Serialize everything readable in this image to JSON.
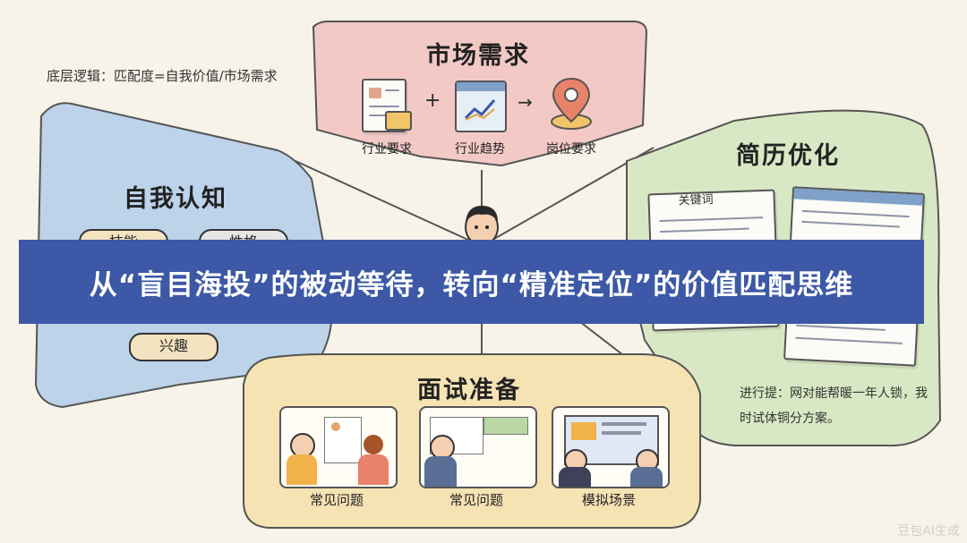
{
  "top_note": "底层逻辑：匹配度=自我价值/市场需求",
  "panels": {
    "market": {
      "title": "市场需求",
      "items": [
        "行业要求",
        "行业趋势",
        "岗位要求"
      ],
      "plus": "+",
      "arrow": "→"
    },
    "self": {
      "title": "自我认知",
      "pills": [
        "技能",
        "性格",
        "兴趣"
      ]
    },
    "resume": {
      "title": "简历优化",
      "keyword_label": "关键词",
      "tip": "进行提：网对能帮暖一年人锁，我时试体铜分方案。"
    },
    "interview": {
      "title": "面试准备",
      "items": [
        "常见问题",
        "常见问题",
        "模拟场景"
      ]
    }
  },
  "banner": {
    "text": "从“盲目海投”的被动等待，转向“精准定位”的价值匹配思维"
  },
  "watermark": "豆包AI生成",
  "colors": {
    "banner_bg": "#3c58a6",
    "market_bg": "#f3c9c5",
    "self_bg": "#bcd3ea",
    "resume_bg": "#d8e8c4",
    "interview_bg": "#f6e3b4"
  }
}
